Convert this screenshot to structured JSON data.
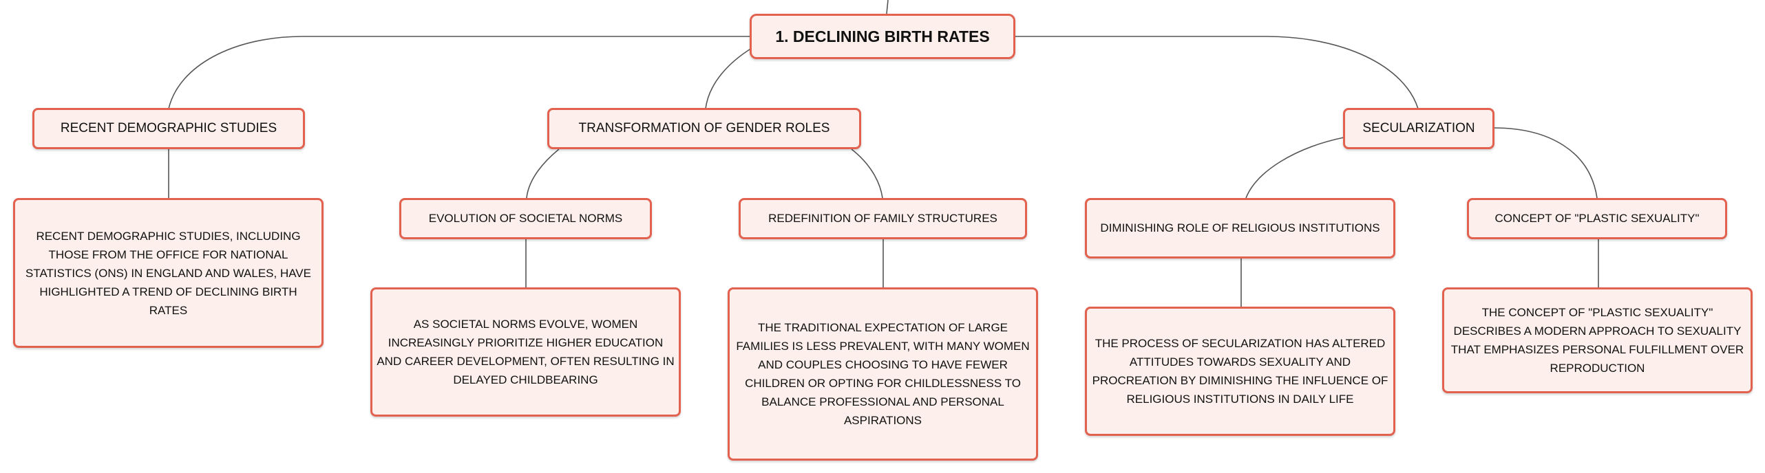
{
  "root": {
    "label": "1. DECLINING BIRTH RATES"
  },
  "branches": {
    "demographic": {
      "label": "RECENT DEMOGRAPHIC STUDIES",
      "detail": "RECENT DEMOGRAPHIC STUDIES, INCLUDING THOSE FROM THE OFFICE FOR NATIONAL STATISTICS (ONS) IN ENGLAND AND WALES, HAVE HIGHLIGHTED A TREND OF DECLINING BIRTH RATES"
    },
    "gender": {
      "label": "TRANSFORMATION OF GENDER ROLES",
      "children": {
        "norms": {
          "label": "EVOLUTION OF SOCIETAL NORMS",
          "detail": "AS SOCIETAL NORMS EVOLVE, WOMEN INCREASINGLY PRIORITIZE HIGHER EDUCATION AND CAREER DEVELOPMENT, OFTEN RESULTING IN DELAYED CHILDBEARING"
        },
        "family": {
          "label": "REDEFINITION OF FAMILY STRUCTURES",
          "detail": "THE TRADITIONAL EXPECTATION OF LARGE FAMILIES IS LESS PREVALENT, WITH MANY WOMEN AND COUPLES CHOOSING TO HAVE FEWER CHILDREN OR OPTING FOR CHILDLESSNESS TO BALANCE PROFESSIONAL AND PERSONAL ASPIRATIONS"
        }
      }
    },
    "secularization": {
      "label": "SECULARIZATION",
      "children": {
        "religion": {
          "label": "DIMINISHING ROLE OF RELIGIOUS INSTITUTIONS",
          "detail": "THE PROCESS OF SECULARIZATION HAS ALTERED ATTITUDES TOWARDS SEXUALITY AND PROCREATION BY DIMINISHING THE INFLUENCE OF RELIGIOUS INSTITUTIONS IN DAILY LIFE"
        },
        "plastic": {
          "label": "CONCEPT OF \"PLASTIC SEXUALITY\"",
          "detail": "THE CONCEPT OF \"PLASTIC SEXUALITY\" DESCRIBES A MODERN APPROACH TO SEXUALITY THAT EMPHASIZES PERSONAL FULFILLMENT OVER REPRODUCTION"
        }
      }
    }
  },
  "colors": {
    "border": "#e2614f",
    "fill": "#fdf0ec",
    "line": "#555555"
  }
}
